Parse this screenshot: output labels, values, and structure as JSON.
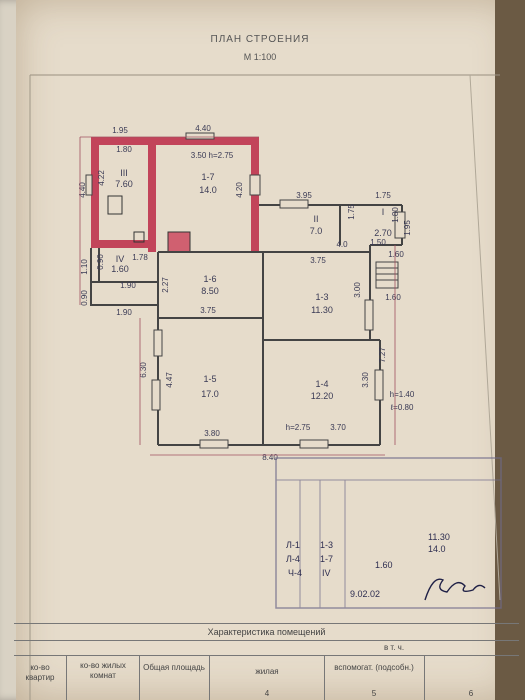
{
  "document": {
    "title": "ПЛАН СТРОЕНИЯ",
    "scale": "М 1:100"
  },
  "rooms": [
    {
      "id": "r17",
      "label": "1-7",
      "area": "14.0"
    },
    {
      "id": "r3",
      "label": "III",
      "area": "7.60"
    },
    {
      "id": "r4",
      "label": "IV",
      "area": "1.60"
    },
    {
      "id": "r16",
      "label": "1-6",
      "area": "8.50"
    },
    {
      "id": "r13",
      "label": "1-3",
      "area": "11.30"
    },
    {
      "id": "r15",
      "label": "1-5",
      "area": "17.0"
    },
    {
      "id": "r14",
      "label": "1-4",
      "area": "12.20"
    },
    {
      "id": "r2",
      "label": "II",
      "area": "7.0"
    },
    {
      "id": "r1",
      "label": "I",
      "area": "2.70"
    }
  ],
  "dimensions": {
    "d195": "1.95",
    "d440top": "4.40",
    "d180": "1.80",
    "d350": "3.50 h=2.75",
    "d422": "4.22",
    "d440left": "4.40",
    "d420": "4.20",
    "d395": "3.95",
    "d175a": "1.75",
    "d175b": "1.75",
    "d180b": "1.80",
    "d195r": "1.95",
    "d40": "4.0",
    "d150": "1.50",
    "d375a": "3.75",
    "d160r": "1.60",
    "d110": "1.10",
    "d090": "0.90",
    "d178": "1.78",
    "d227": "2.27",
    "d300": "3.00",
    "d090b": "0.90",
    "d190a": "1.90",
    "d190b": "1.90",
    "d375b": "3.75",
    "d160b": "1.60",
    "d727": "7.27",
    "d630": "6.30",
    "d447": "4.47",
    "d330": "3.30",
    "dh140": "h=1.40",
    "dl080": "ℓ=0.80",
    "d380": "3.80",
    "dh275": "h=2.75",
    "d370": "3.70",
    "d840": "8.40"
  },
  "stamp": {
    "rows": [
      {
        "a": "Л-1",
        "b": "1-3",
        "c": "11.30"
      },
      {
        "a": "Л-4",
        "b": "1-7",
        "c": "14.0"
      },
      {
        "a": "Ч-4",
        "b": "IV",
        "c": "1.60"
      }
    ],
    "date": "9.02.02"
  },
  "table": {
    "header": "Характеристика помещений",
    "sub": "в т. ч.",
    "columns": [
      "ко-во квартир",
      "ко-во жилых комнат",
      "Общая площадь",
      "жилая",
      "вспомогат. (подсобн.)"
    ],
    "numbers": [
      "4",
      "5",
      "6"
    ]
  },
  "colors": {
    "paper": "#e6dccb",
    "wall": "#c2445a",
    "ink": "#3a3a55",
    "pencil": "#6a6060"
  }
}
